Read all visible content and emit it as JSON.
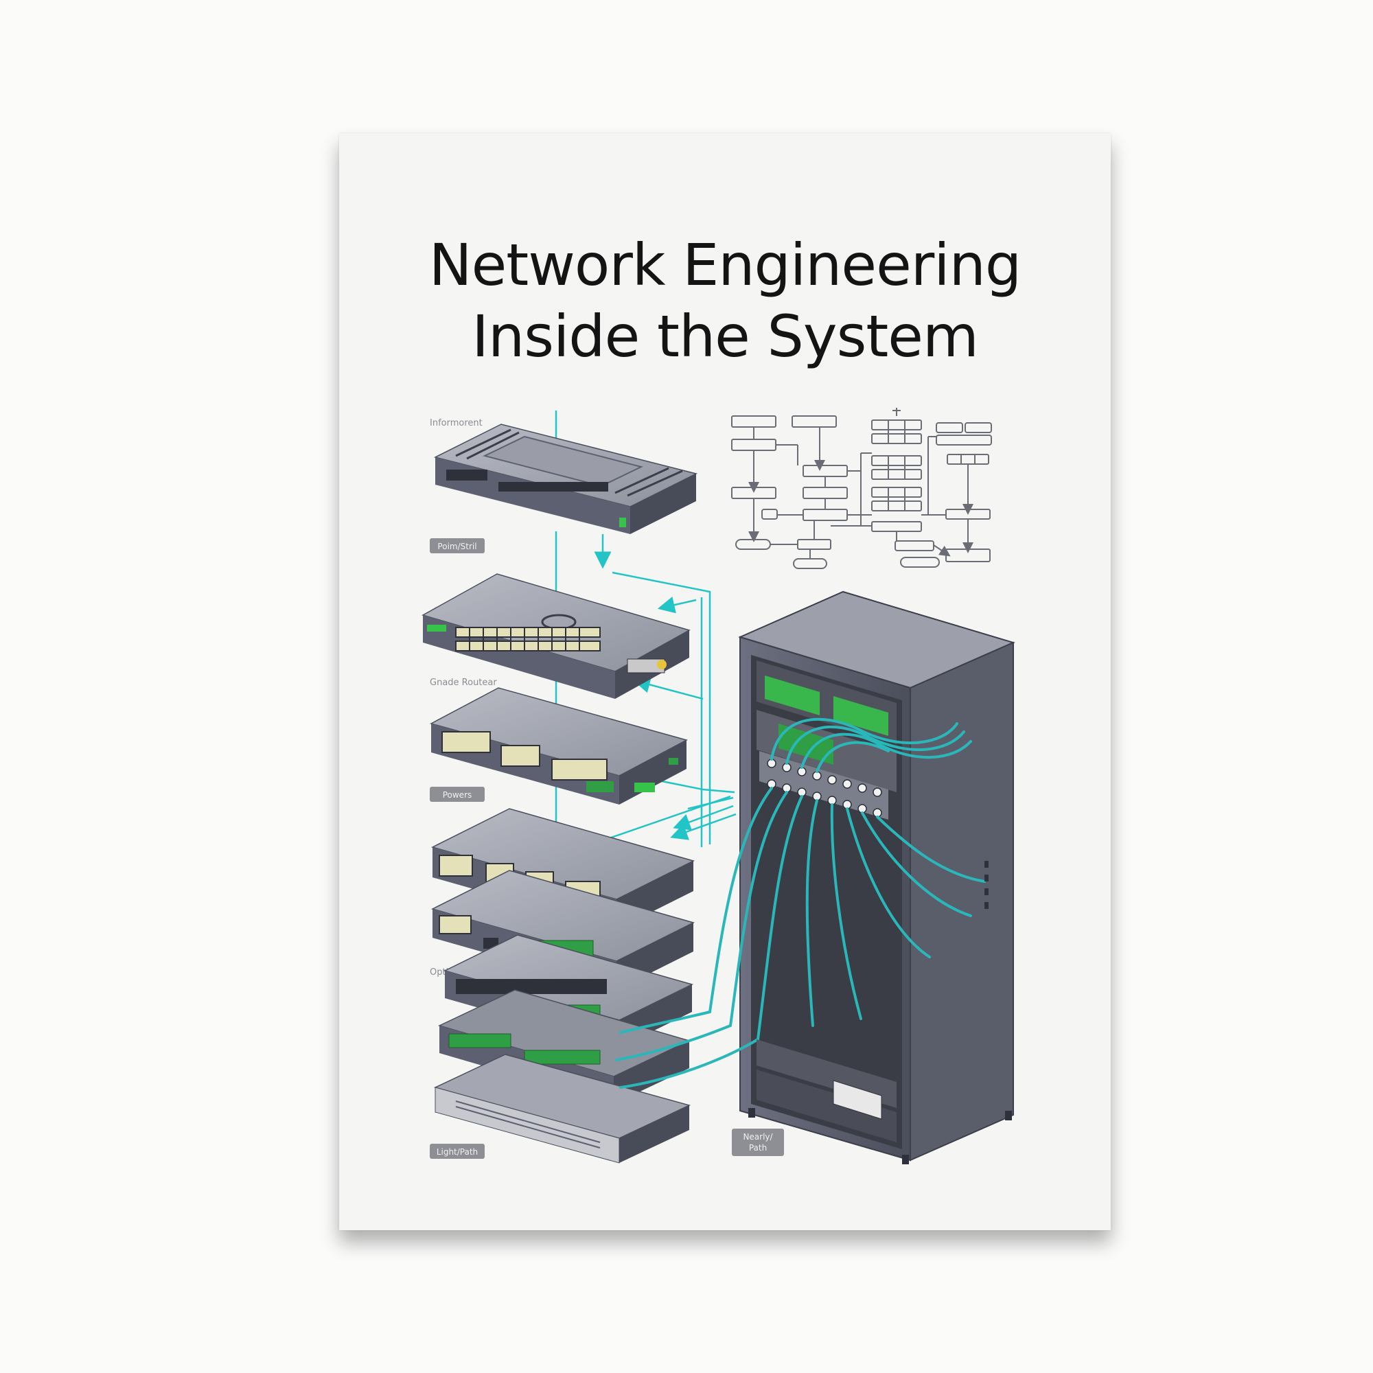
{
  "poster": {
    "title_line1": "Network Engineering",
    "title_line2": "Inside the System"
  },
  "labels": {
    "top_caption": "Informorent",
    "device2_caption": "Gnade Routear",
    "device5_caption": "Optio/",
    "tag_1": "Poim/Stril",
    "tag_2": "Powers",
    "tag_3": "Light/Path",
    "tag_4_line1": "Nearly/",
    "tag_4_line2": "Path"
  },
  "colors": {
    "paper": "#f5f5f3",
    "title_text": "#141414",
    "device_body": "#5c6070",
    "device_top": "#a4a7b1",
    "cable_teal": "#22c4c6",
    "port_green": "#2f9e44",
    "tag_grey": "#8d8f94",
    "diagram_line": "#6a6d75"
  }
}
